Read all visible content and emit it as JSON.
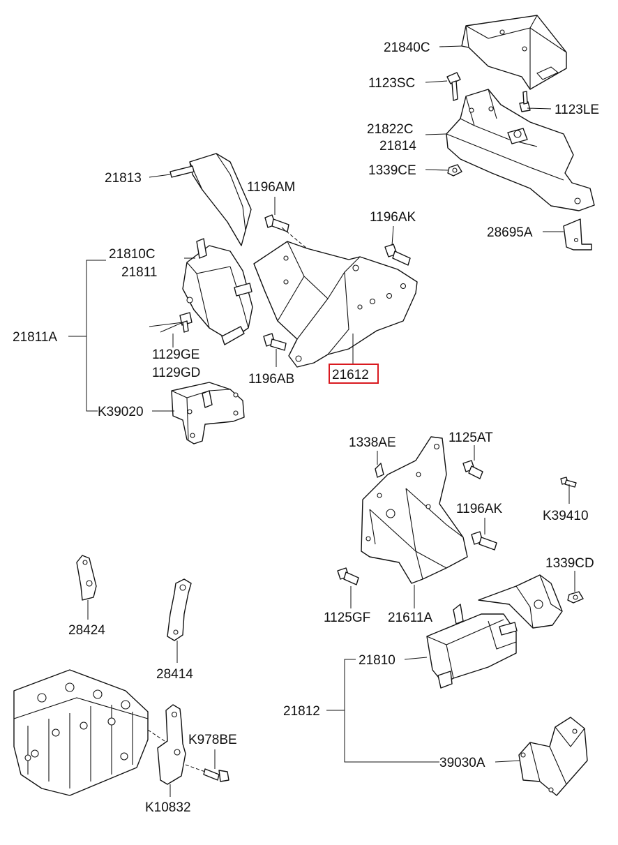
{
  "labels": {
    "p21840C": "21840C",
    "p1123SC": "1123SC",
    "p1123LE": "1123LE",
    "p21822C": "21822C",
    "p21814": "21814",
    "p1339CE": "1339CE",
    "p28695A": "28695A",
    "p21813": "21813",
    "p1196AM": "1196AM",
    "p1196AK_top": "1196AK",
    "p21810C": "21810C",
    "p21811": "21811",
    "p21811A": "21811A",
    "p1129GE": "1129GE",
    "p1129GD": "1129GD",
    "p1196AB": "1196AB",
    "p21612": "21612",
    "pK39020": "K39020",
    "p1338AE": "1338AE",
    "p1125AT": "1125AT",
    "p1196AK_mid": "1196AK",
    "pK39410": "K39410",
    "p1339CD": "1339CD",
    "p1125GF": "1125GF",
    "p21611A": "21611A",
    "p28424": "28424",
    "p28414": "28414",
    "p21810": "21810",
    "p21812": "21812",
    "p39030A": "39030A",
    "pK978BE": "K978BE",
    "pK10832": "K10832"
  },
  "highlight": {
    "part": "21612",
    "color": "#d9191f"
  }
}
